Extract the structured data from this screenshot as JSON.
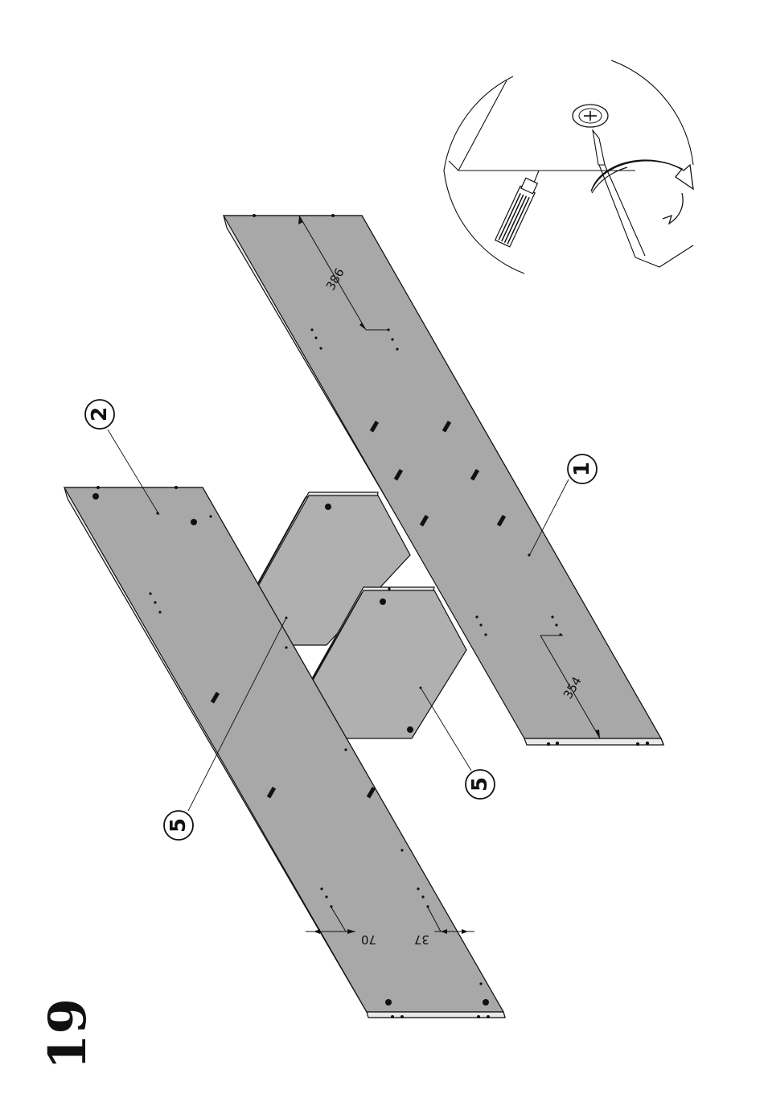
{
  "step": {
    "number": "19"
  },
  "callouts": {
    "part_1": "1",
    "part_2": "2",
    "part_5a": "5",
    "part_5b": "5"
  },
  "dimensions": {
    "d386": "386",
    "d354": "354",
    "d70": "70",
    "d37": "37"
  },
  "colors": {
    "panel_fill": "#a8a8a8",
    "shelf_fill": "#b0b0b0",
    "edge_fill": "#e9e9e9",
    "ink": "#111111"
  },
  "icons": {
    "detail": "screwdriver-detail-icon",
    "rotate": "rotate-arrow-icon"
  }
}
